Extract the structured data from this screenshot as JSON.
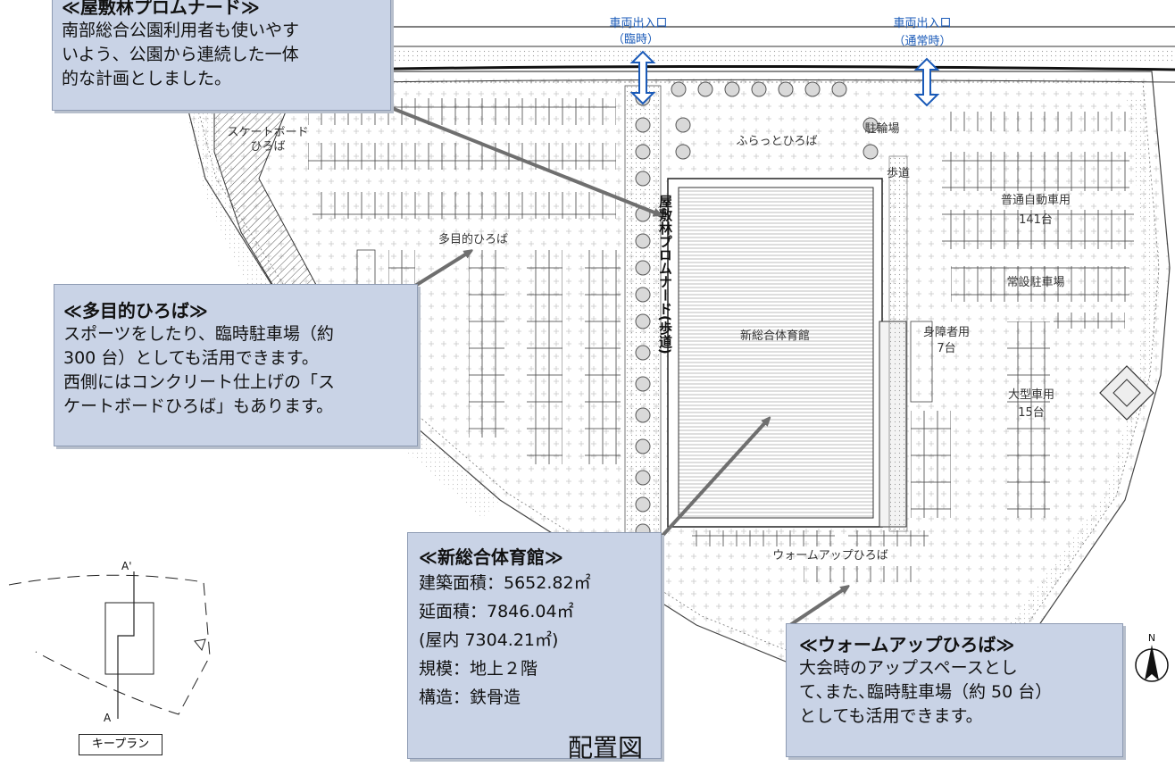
{
  "callouts": {
    "promenade": {
      "title": "≪屋敷林プロムナード≫",
      "lines": [
        "南部総合公園利用者も使いやす",
        "いよう、公園から連続した一体",
        "的な計画としました。"
      ]
    },
    "tamokuteki": {
      "title": "≪多目的ひろば≫",
      "lines": [
        "スポーツをしたり、臨時駐車場（約",
        "300 台）としても活用できます。",
        "西側にはコンクリート仕上げの「ス",
        "ケートボードひろば」もあります。"
      ]
    },
    "taiikukan": {
      "title": "≪新総合体育館≫",
      "lines": [
        "建築面積：5652.82㎡",
        "延面積：7846.04㎡",
        "(屋内 7304.21㎡)",
        "規模：地上２階",
        "構造：鉄骨造"
      ]
    },
    "warmup": {
      "title": "≪ウォームアップひろば≫",
      "lines": [
        "大会時のアップスペースとし",
        "て､また､臨時駐車場（約 50 台）",
        "としても活用できます。"
      ]
    }
  },
  "map_labels": {
    "vehicle_entrance_temp": "車両出入口",
    "vehicle_entrance_temp_sub": "（臨時）",
    "vehicle_entrance_normal": "車両出入口",
    "vehicle_entrance_normal_sub": "（通常時）",
    "skateboard": "スケートボード",
    "skateboard_sub": "ひろば",
    "flat_plaza": "ふらっとひろば",
    "bicycle_parking": "駐輪場",
    "sidewalk": "歩道",
    "promenade_vertical": "屋敷林プロムナード(歩道)",
    "multi_purpose": "多目的ひろば",
    "new_gym": "新総合体育館",
    "car_parking": "普通自動車用",
    "car_parking_count": "141台",
    "regular_parking": "常設駐車場",
    "accessible": "身障者用",
    "accessible_count": "7台",
    "large_vehicle": "大型車用",
    "large_vehicle_count": "15台",
    "warmup_plaza": "ウォームアップひろば"
  },
  "keyplan": {
    "label": "キープラン",
    "section_top": "A'",
    "section_bottom": "A"
  },
  "north": "N",
  "caption": "配置図",
  "colors": {
    "callout_bg": "#c9d3e6",
    "arrow": "#6f6f6f",
    "entrance_blue": "#1a5ab8"
  }
}
